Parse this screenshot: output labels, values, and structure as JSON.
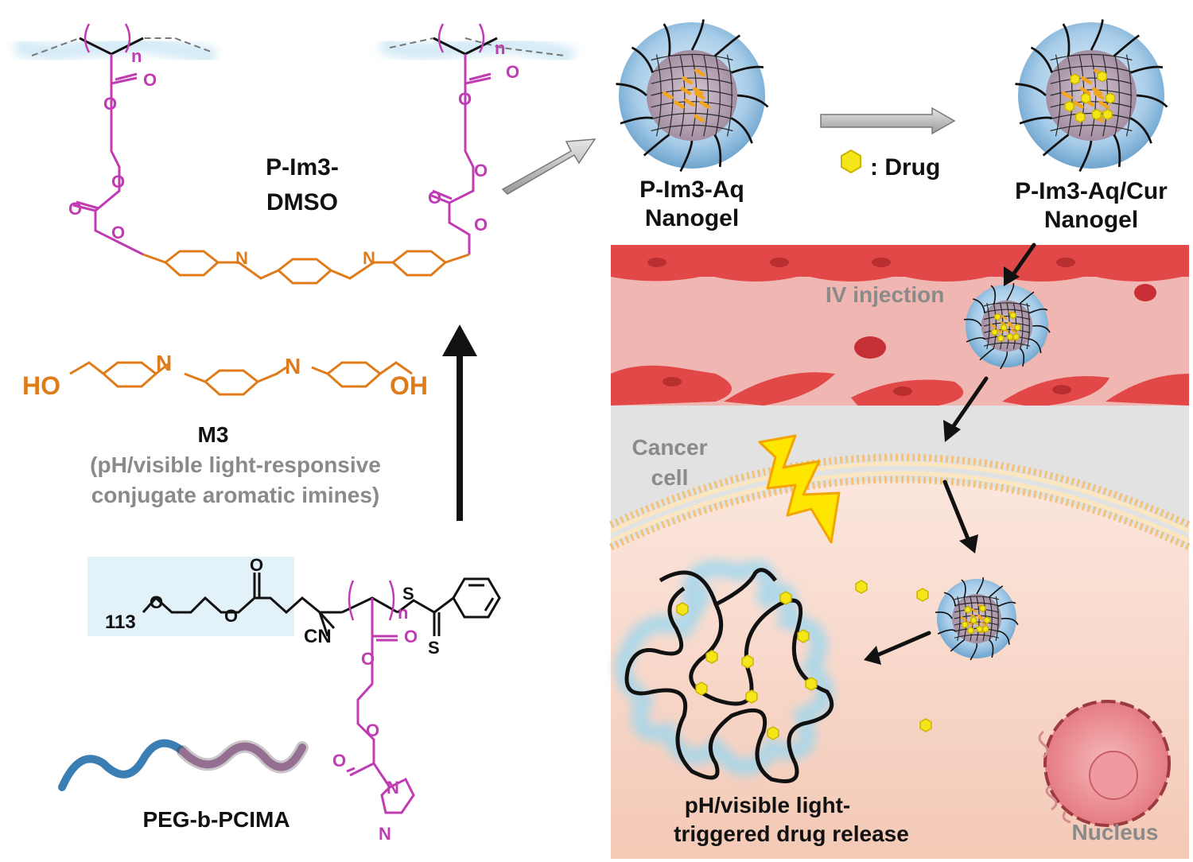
{
  "labels": {
    "polymer_top": [
      "P-Im3-",
      "DMSO"
    ],
    "monomer_name": "M3",
    "monomer_desc": [
      "(pH/visible light-responsive",
      "conjugate aromatic imines)"
    ],
    "block_copolymer": "PEG-b-PCIMA",
    "nanogel_empty": [
      "P-Im3-Aq",
      "Nanogel"
    ],
    "nanogel_loaded": [
      "P-Im3-Aq/Cur",
      "Nanogel"
    ],
    "drug_legend": ": Drug",
    "iv_injection": "IV injection",
    "cancer_cell": [
      "Cancer",
      "cell"
    ],
    "release": [
      "pH/visible light-",
      "triggered drug release"
    ],
    "nucleus": "Nucleus"
  },
  "chem": {
    "repeat_n": "n",
    "oxygen": "O",
    "nitrogen": "N",
    "sulfur": "S",
    "hydroxyl_left": "HO",
    "hydroxyl_right": "OH",
    "cyano": "CN",
    "peg_repeat": "113"
  },
  "colors": {
    "magenta": "#c13bb3",
    "orange": "#e07b1a",
    "vessel_red": "#e34848",
    "vessel_bg": "#efb6b2",
    "membrane": "#f2c27a",
    "cell_bg": "#f6d3c4",
    "drug": "#f5e61a"
  }
}
